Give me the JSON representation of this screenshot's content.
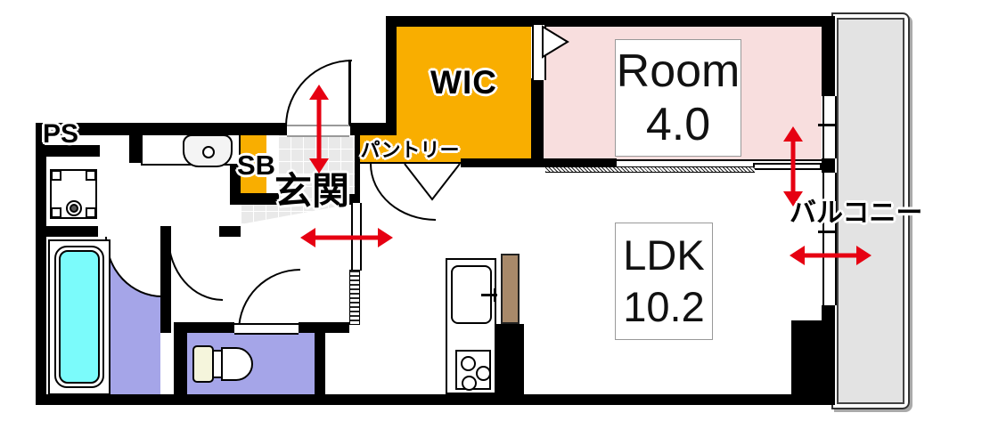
{
  "plan": {
    "type": "apartment-floor-plan",
    "labels": {
      "ps": "PS",
      "sb": "SB",
      "entrance": "玄関",
      "pantry": "パントリー",
      "wic": "WIC",
      "room": {
        "name": "Room",
        "area": "4.0"
      },
      "ldk": {
        "name": "LDK",
        "area": "10.2"
      },
      "balcony": "バルコニー"
    },
    "colors": {
      "wall_black": "#000000",
      "closet_orange": "#F9AE00",
      "room_pink": "#F8DEDE",
      "wet_area_purple": "#A5A5E8",
      "bathtub_cyan": "#7BFBFB",
      "balcony_gray": "#E3E3E3",
      "entrance_tile_gray": "#E9E9E9",
      "counter_brown": "#A8896A",
      "arrow_red": "#E60012"
    },
    "fixtures": [
      "washing-machine-pan",
      "washbasin",
      "bathtub",
      "toilet",
      "kitchen-sink",
      "gas-stove",
      "counter-panel",
      "entrance-door",
      "bathroom-door",
      "washroom-door",
      "toilet-door",
      "pantry-folding-door",
      "wic-door",
      "sliding-door",
      "window"
    ],
    "arrows": [
      {
        "name": "entrance-flow",
        "orientation": "vertical"
      },
      {
        "name": "hall-ldk-flow",
        "orientation": "horizontal"
      },
      {
        "name": "room-balcony-flow",
        "orientation": "vertical"
      },
      {
        "name": "ldk-balcony-flow",
        "orientation": "horizontal"
      }
    ]
  }
}
